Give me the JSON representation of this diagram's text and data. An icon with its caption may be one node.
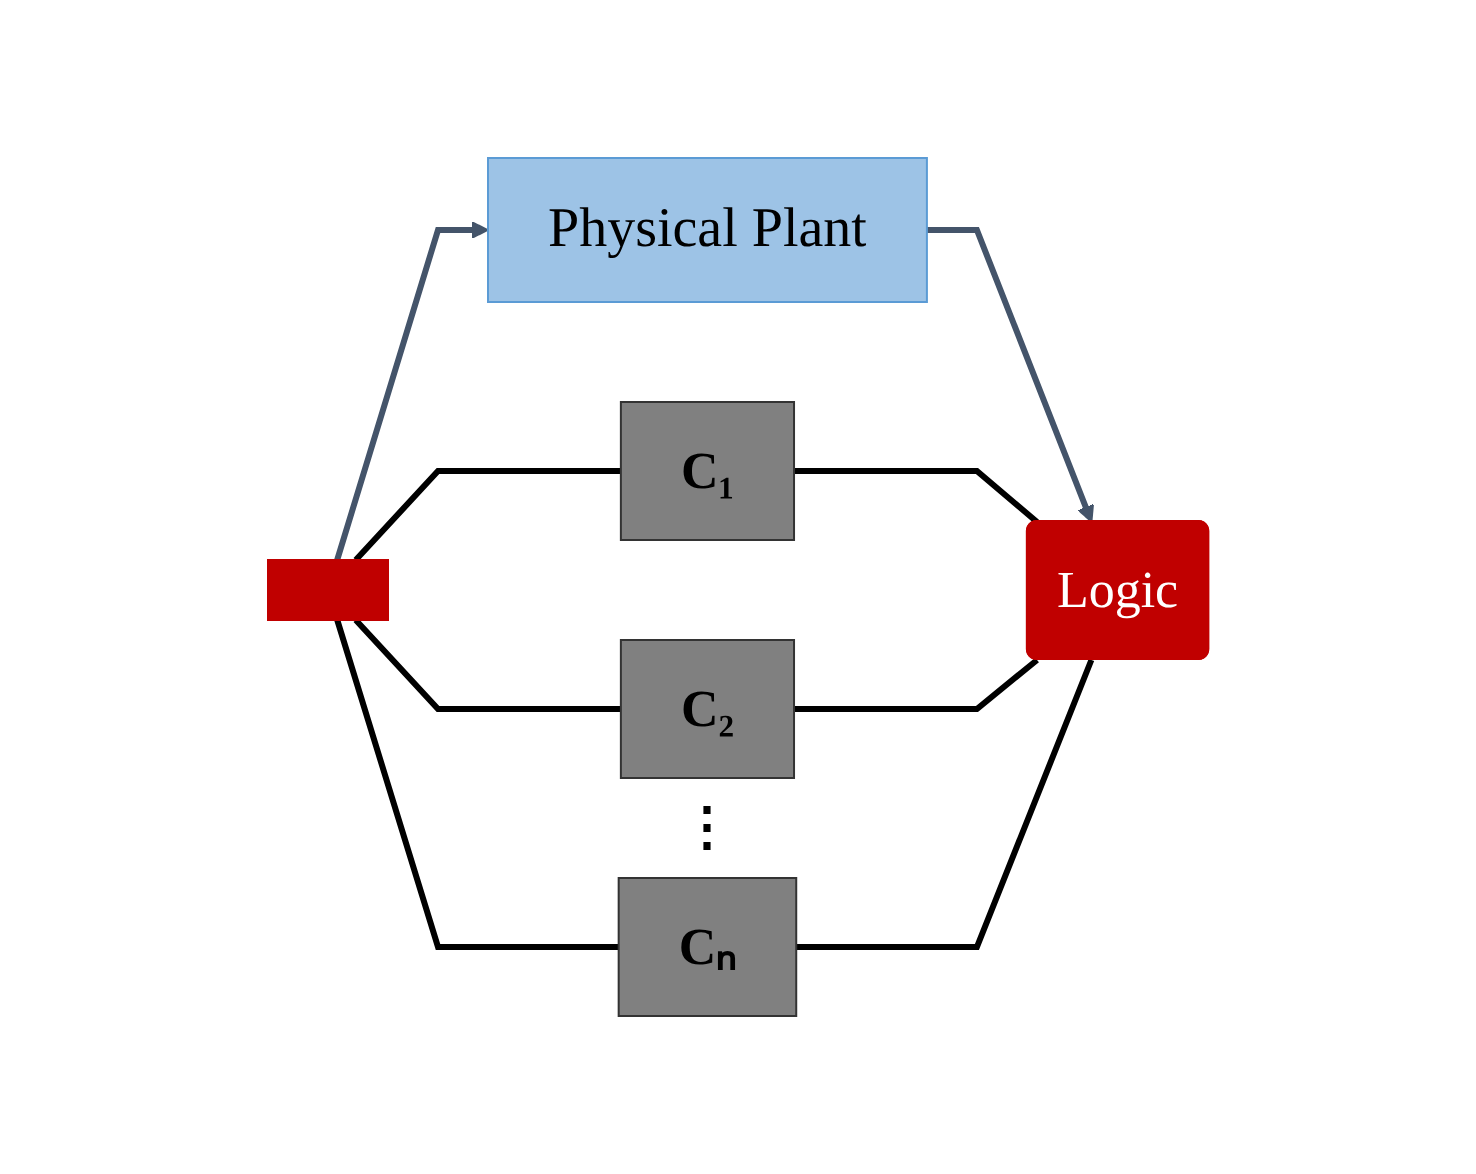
{
  "diagram": {
    "nodes": [
      {
        "text": [
          "Physical Plant"
        ]
      },
      {
        "text": [
          "C₁"
        ]
      },
      {
        "text": [
          "C₂"
        ]
      },
      {
        "text": [
          "Cₙ"
        ]
      },
      {
        "text": [],
        "shape": "box"
      },
      {
        "text": [
          "Logic"
        ]
      }
    ],
    "edges": [
      {
        "from": 0,
        "to": 5,
        "arrow": "to",
        "color": "#44546a"
      },
      {
        "from": 4,
        "to": 0,
        "arrow": "to",
        "color": "#44546a"
      },
      {
        "from": 4,
        "to": 1,
        "arrow": "none"
      },
      {
        "from": 4,
        "to": 2,
        "arrow": "none"
      },
      {
        "from": 4,
        "to": 3,
        "arrow": "none"
      },
      {
        "from": 1,
        "to": 5,
        "arrow": "none"
      },
      {
        "from": 2,
        "to": 5,
        "arrow": "none"
      },
      {
        "from": 3,
        "to": 5,
        "arrow": "none"
      }
    ],
    "labels": [
      "⋮"
    ]
  }
}
